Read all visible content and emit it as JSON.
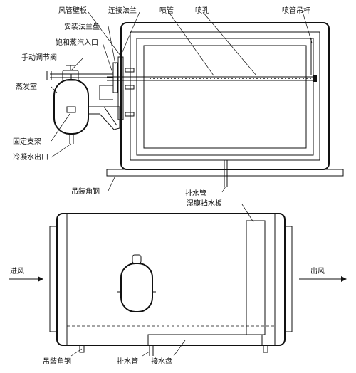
{
  "labels": {
    "wind_pipe_wall_plate": "风管壁板",
    "connect_flange": "连接法兰",
    "spray_pipe": "喷管",
    "spray_hole": "喷孔",
    "spray_pipe_hanger": "喷管吊杆",
    "mount_flange_plate": "安装法兰盘",
    "saturated_steam_inlet": "饱和蒸汽入口",
    "manual_valve": "手动调节阀",
    "evaporation_chamber": "蒸发室",
    "fixed_bracket": "固定支架",
    "condensate_outlet": "冷凝水出口",
    "hanging_angle_steel_top": "吊装角钢",
    "drain_pipe_top": "排水管",
    "wet_film_baffle": "湿膜挡水板",
    "air_in": "进风",
    "air_out": "出风",
    "hanging_angle_steel_bottom": "吊装角钢",
    "drain_pipe_bottom": "排水管",
    "drain_pan": "接水盘"
  },
  "colors": {
    "line": "#111111",
    "background": "#ffffff"
  }
}
